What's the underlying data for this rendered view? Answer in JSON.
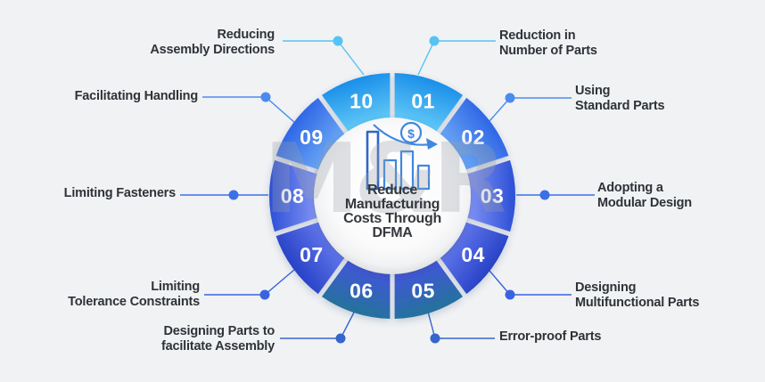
{
  "watermark": {
    "text": "M&R"
  },
  "center": {
    "icon": "declining-bar-chart-dollar-icon",
    "title_lines": [
      "Reduce",
      "Manufacturing",
      "Costs Through",
      "DFMA"
    ]
  },
  "segments": [
    {
      "number": "01",
      "tier": "A",
      "label_lines": [
        "Reduction in",
        "Number of Parts"
      ]
    },
    {
      "number": "02",
      "tier": "B",
      "label_lines": [
        "Using",
        "Standard Parts"
      ]
    },
    {
      "number": "03",
      "tier": "C",
      "label_lines": [
        "Adopting a",
        "Modular Design"
      ]
    },
    {
      "number": "04",
      "tier": "D",
      "label_lines": [
        "Designing",
        "Multifunctional Parts"
      ]
    },
    {
      "number": "05",
      "tier": "E",
      "label_lines": [
        "Error-proof Parts"
      ]
    },
    {
      "number": "06",
      "tier": "E",
      "label_lines": [
        "Designing Parts to",
        "facilitate Assembly"
      ]
    },
    {
      "number": "07",
      "tier": "D",
      "label_lines": [
        "Limiting",
        "Tolerance Constraints"
      ]
    },
    {
      "number": "08",
      "tier": "C",
      "label_lines": [
        "Limiting Fasteners"
      ]
    },
    {
      "number": "09",
      "tier": "B",
      "label_lines": [
        "Facilitating Handling"
      ]
    },
    {
      "number": "10",
      "tier": "A",
      "label_lines": [
        "Reducing",
        "Assembly Directions"
      ]
    }
  ],
  "colors": {
    "background": "#f1f2f4",
    "label_text": "#2e3338",
    "number_text": "#ffffff",
    "center_title_text": "#34383c",
    "icon_stroke": "#3f87e0",
    "icon_stroke_dark": "#2f66c8",
    "tiers": {
      "A": {
        "line": "#55c3f4",
        "grad_in": "#5ec6f6",
        "grad_out": "#1a8fe9"
      },
      "B": {
        "line": "#4a8bee",
        "grad_in": "#66a3f3",
        "grad_out": "#2f66e6"
      },
      "C": {
        "line": "#3d6fe6",
        "grad_in": "#7e90f2",
        "grad_out": "#2b4fd6"
      },
      "D": {
        "line": "#3a63e0",
        "grad_in": "#5f74ea",
        "grad_out": "#2742c6"
      },
      "E": {
        "line": "#3566cc",
        "grad_in": "#4156d8",
        "grad_out": "#24739a"
      }
    }
  }
}
